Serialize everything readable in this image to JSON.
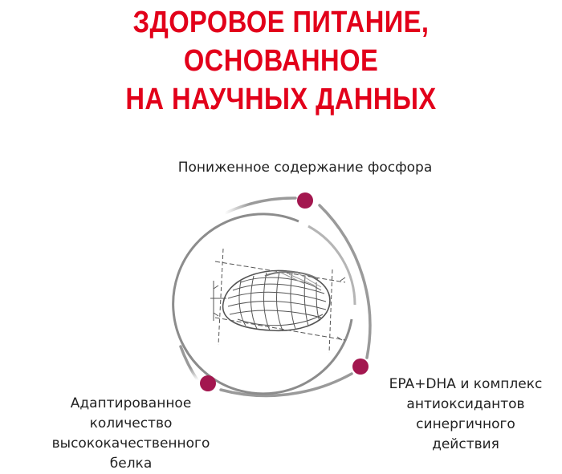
{
  "headline": {
    "line1": "ЗДОРОВОЕ ПИТАНИЕ, ОСНОВАННОЕ",
    "line2": "НА НАУЧНЫХ ДАННЫХ"
  },
  "benefits": {
    "top": "Пониженное содержание фосфора",
    "right": [
      "EPA+DHA и комплекс",
      "антиоксидантов",
      "синергичного",
      "действия"
    ],
    "left": [
      "Адаптированное",
      "количество",
      "высококачественного",
      "белка"
    ]
  },
  "colors": {
    "headline": "#e2001a",
    "dot": "#a3174f",
    "arc": "#9a9a9a"
  }
}
